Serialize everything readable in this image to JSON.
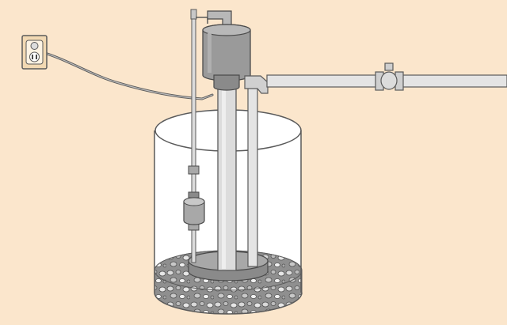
{
  "colors": {
    "background": "#fbe6cc",
    "outline": "#5a5a5a",
    "metal_light": "#dcdcdc",
    "metal_mid": "#a8a8a8",
    "metal_dark": "#8a8a8a",
    "pipe_fill": "#e4e4e4",
    "pit_fill": "#ffffff",
    "outlet_plate": "#f2d9b3",
    "gravel_fill": "#8f8f8f"
  },
  "components": [
    "wall-outlet",
    "power-cord",
    "float-switch-rod",
    "float-switch",
    "pump-motor",
    "discharge-pipe",
    "check-valve",
    "sump-pit",
    "gravel-bed"
  ]
}
